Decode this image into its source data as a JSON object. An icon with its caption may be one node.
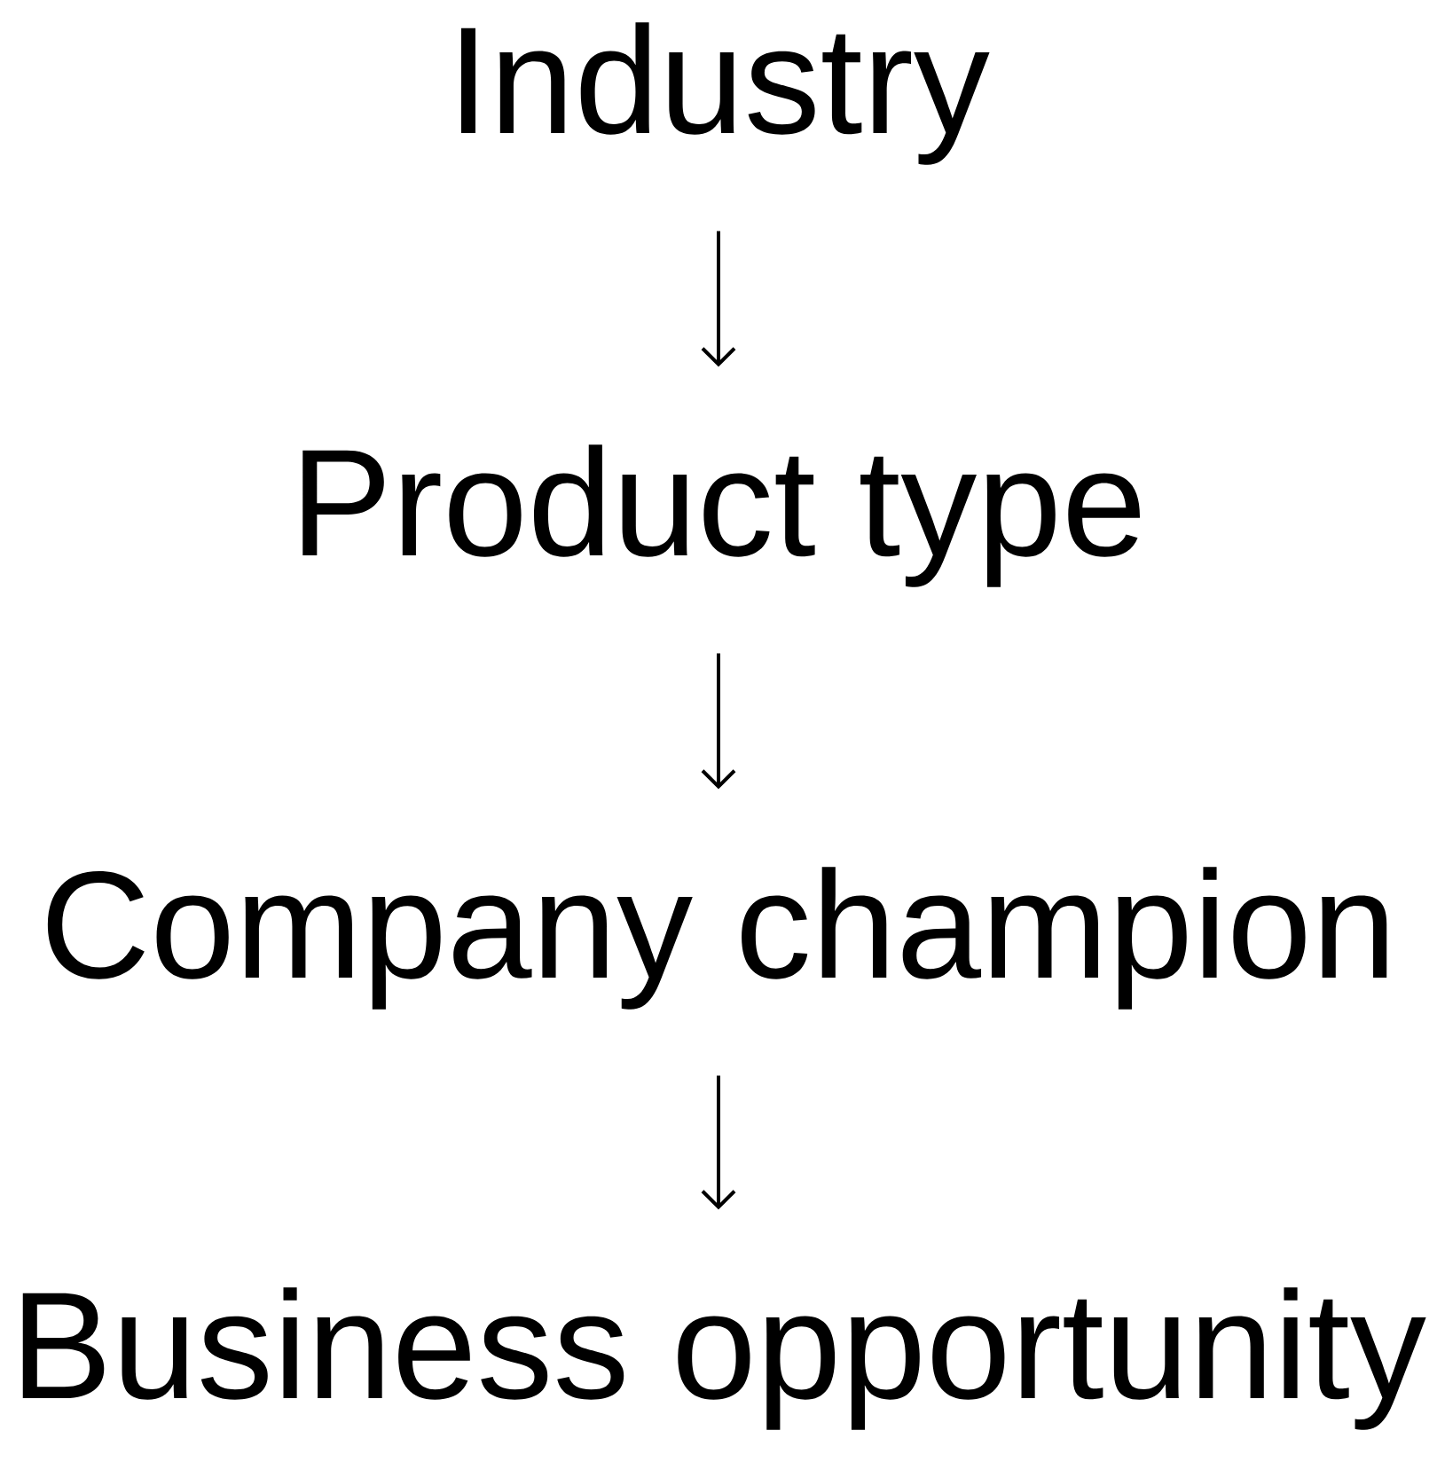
{
  "diagram": {
    "nodes": [
      {
        "text": [
          "Industry"
        ]
      },
      {
        "text": [
          "Product type"
        ]
      },
      {
        "text": [
          "Company champion"
        ]
      },
      {
        "text": [
          "Business opportunity"
        ]
      }
    ],
    "edges": [
      {
        "from": 0,
        "to": 1,
        "arrow": "to"
      },
      {
        "from": 1,
        "to": 2,
        "arrow": "to"
      },
      {
        "from": 2,
        "to": 3,
        "arrow": "to"
      }
    ]
  }
}
